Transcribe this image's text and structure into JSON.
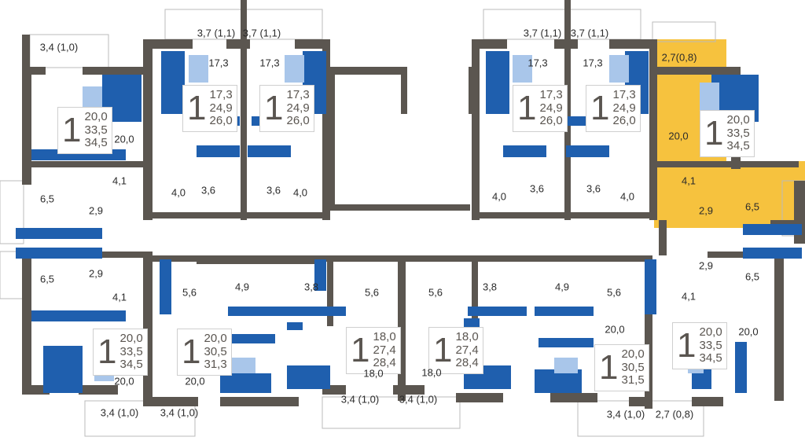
{
  "title": "Floor plan – one-room apartments",
  "colors": {
    "wall": "#5b5650",
    "furniture": "#1f5fae",
    "furniture_light": "#a9c6ea",
    "highlight": "#f6c23e"
  },
  "apartments": [
    {
      "rooms": "1",
      "living": "20,0",
      "total": "33,5",
      "total_with_balcony": "34,5",
      "highlighted": false
    },
    {
      "rooms": "1",
      "living": "17,3",
      "total": "24,9",
      "total_with_balcony": "26,0",
      "highlighted": false
    },
    {
      "rooms": "1",
      "living": "17,3",
      "total": "24,9",
      "total_with_balcony": "26,0",
      "highlighted": false
    },
    {
      "rooms": "1",
      "living": "17,3",
      "total": "24,9",
      "total_with_balcony": "26,0",
      "highlighted": false
    },
    {
      "rooms": "1",
      "living": "17,3",
      "total": "24,9",
      "total_with_balcony": "26,0",
      "highlighted": false
    },
    {
      "rooms": "1",
      "living": "20,0",
      "total": "33,5",
      "total_with_balcony": "34,5",
      "highlighted": true
    },
    {
      "rooms": "1",
      "living": "20,0",
      "total": "33,5",
      "total_with_balcony": "34,5",
      "highlighted": false
    },
    {
      "rooms": "1",
      "living": "20,0",
      "total": "30,5",
      "total_with_balcony": "31,3",
      "highlighted": false
    },
    {
      "rooms": "1",
      "living": "18,0",
      "total": "27,4",
      "total_with_balcony": "28,4",
      "highlighted": false
    },
    {
      "rooms": "1",
      "living": "18,0",
      "total": "27,4",
      "total_with_balcony": "28,4",
      "highlighted": false
    },
    {
      "rooms": "1",
      "living": "20,0",
      "total": "30,5",
      "total_with_balcony": "31,5",
      "highlighted": false
    },
    {
      "rooms": "1",
      "living": "20,0",
      "total": "33,5",
      "total_with_balcony": "34,5",
      "highlighted": false
    }
  ],
  "room_labels": [
    "3,4 (1,0)",
    "3,7 (1,1)",
    "3,7 (1,1)",
    "17,3",
    "17,3",
    "20,0",
    "6,5",
    "4,1",
    "2,9",
    "4,0",
    "3,6",
    "3,6",
    "4,0",
    "3,7 (1,1)",
    "3,7 (1,1)",
    "17,3",
    "17,3",
    "2,7(0,8)",
    "20,0",
    "4,0",
    "3,6",
    "3,6",
    "4,0",
    "4,1",
    "2,9",
    "6,5",
    "2,9",
    "6,5",
    "4,1",
    "5,6",
    "4,9",
    "3,8",
    "5,6",
    "5,6",
    "3,8",
    "4,9",
    "5,6",
    "4,1",
    "2,9",
    "6,5",
    "20,0",
    "20,0",
    "20,0",
    "20,0",
    "18,0",
    "18,0",
    "3,4 (1,0)",
    "3,4 (1,0)",
    "3,4 (1,0)",
    "3,4 (1,0)",
    "3,4 (1,0)",
    "2,7 (0,8)"
  ]
}
